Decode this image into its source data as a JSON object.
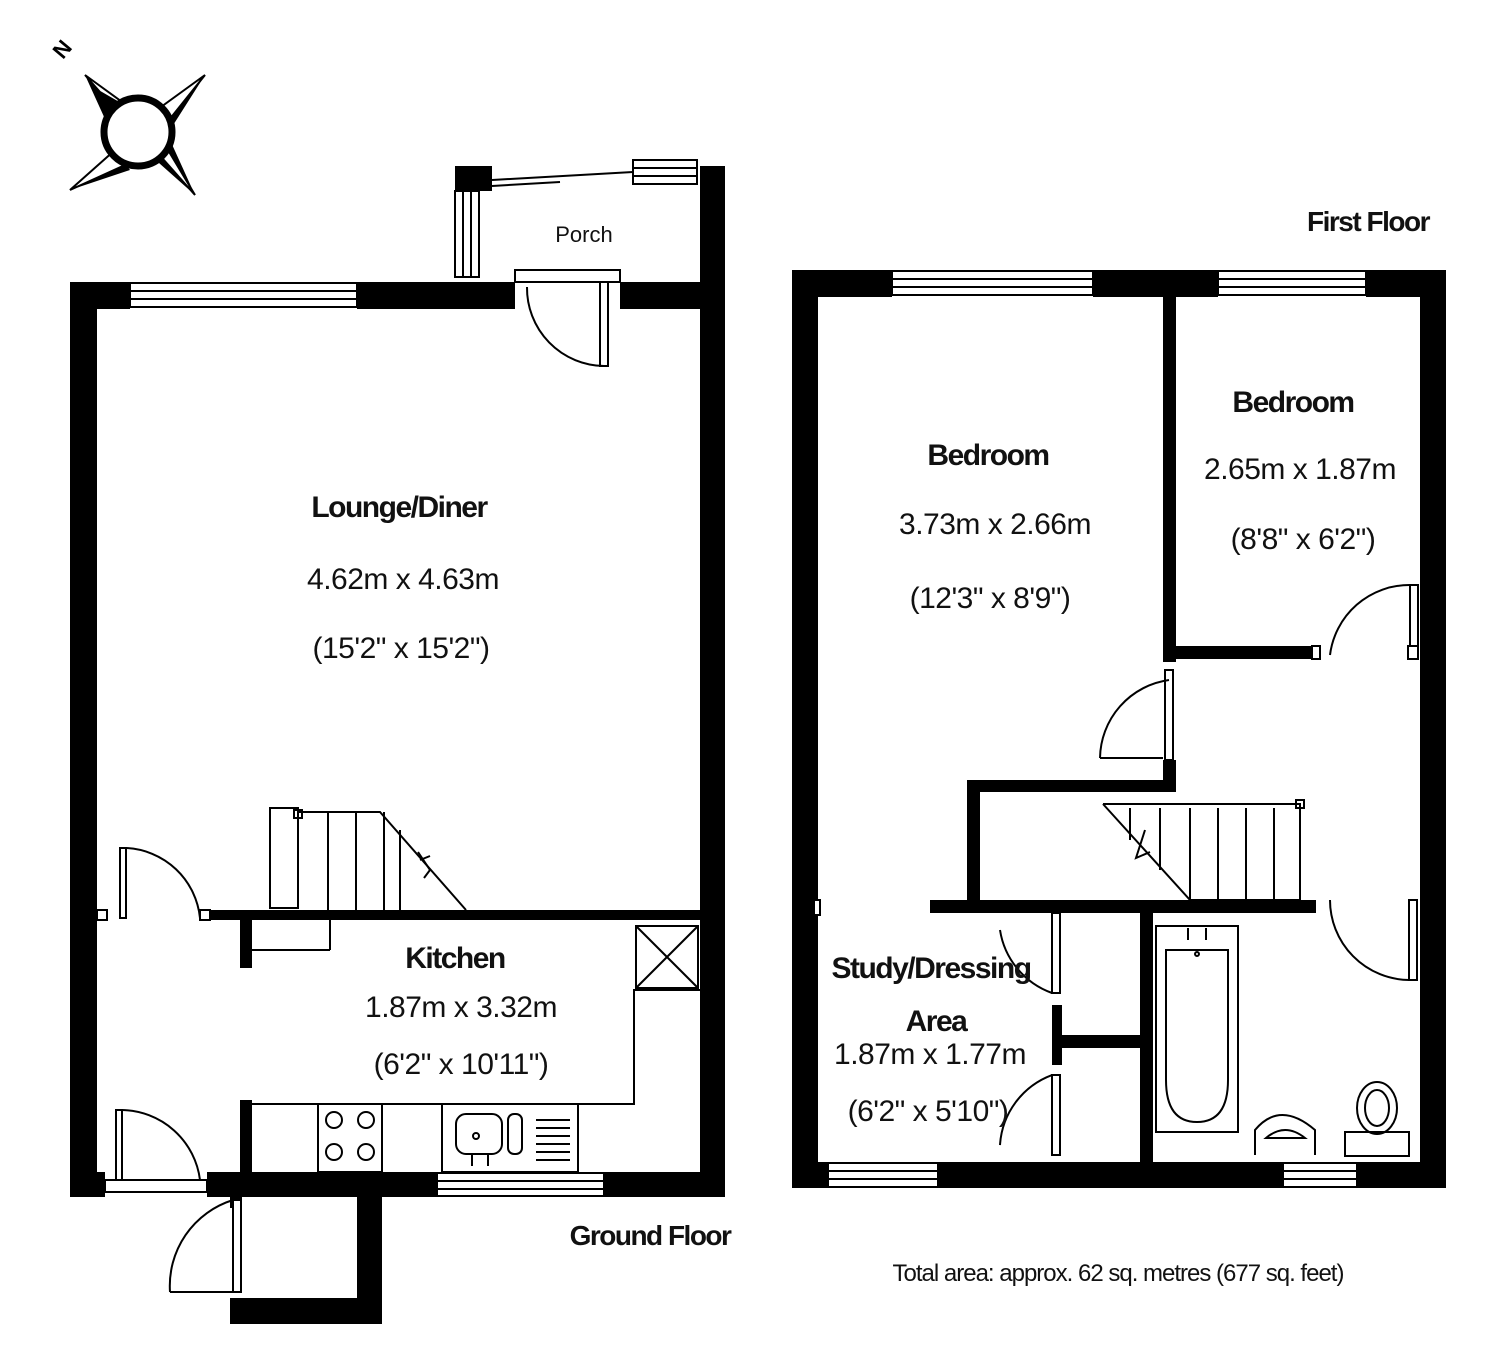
{
  "compass": {
    "north_label": "N",
    "icon": "compass-rose-icon"
  },
  "floors": {
    "ground": {
      "label": "Ground Floor"
    },
    "first": {
      "label": "First Floor"
    }
  },
  "rooms": {
    "porch": {
      "name": "Porch"
    },
    "lounge": {
      "name": "Lounge/Diner",
      "metric": "4.62m x 4.63m",
      "imperial": "(15'2\" x 15'2\")"
    },
    "kitchen": {
      "name": "Kitchen",
      "metric": "1.87m x 3.32m",
      "imperial": "(6'2\" x 10'11\")"
    },
    "bedroom1": {
      "name": "Bedroom",
      "metric": "3.73m x 2.66m",
      "imperial": "(12'3\" x 8'9\")"
    },
    "bedroom2": {
      "name": "Bedroom",
      "metric": "2.65m x 1.87m",
      "imperial": "(8'8\" x 6'2\")"
    },
    "study": {
      "name_line1": "Study/Dressing",
      "name_line2": "Area",
      "metric": "1.87m x 1.77m",
      "imperial": "(6'2\" x 5'10\")"
    }
  },
  "total_area": "Total area: approx. 62 sq. metres (677 sq. feet)",
  "colors": {
    "wall": "#000000",
    "background": "#ffffff",
    "fixture_line": "#222222"
  }
}
